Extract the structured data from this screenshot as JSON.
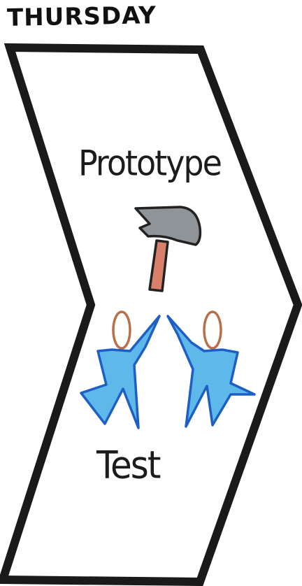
{
  "day": "THURSDAY",
  "activity_top": "Prototype",
  "activity_bottom": "Test",
  "icons": [
    "hammer-icon",
    "person-icon",
    "person-icon"
  ],
  "colors": {
    "outline": "#1a1a1a",
    "hammer_head": "#8f9499",
    "hammer_handle": "#d8806a",
    "person_body": "#5eb8ea",
    "person_outline": "#1e5fc4",
    "person_head": "#b9704a"
  }
}
